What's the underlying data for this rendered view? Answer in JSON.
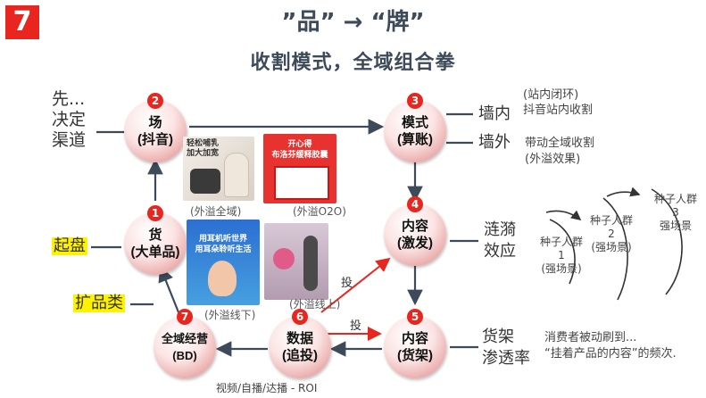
{
  "badge": "7",
  "title": "”品” → “牌”",
  "subtitle": "收割模式，全域组合拳",
  "nodes": {
    "n1": {
      "num": "1",
      "label": "货\n(大单品)"
    },
    "n2": {
      "num": "2",
      "label": "场\n(抖音)"
    },
    "n3": {
      "num": "3",
      "label": "模式\n(算账)"
    },
    "n4": {
      "num": "4",
      "label": "内容\n(激发)"
    },
    "n5": {
      "num": "5",
      "label": "内容\n(货架)"
    },
    "n6": {
      "num": "6",
      "label": "数据\n(追投)"
    },
    "n7": {
      "num": "7",
      "label": "全域经营\n(BD)"
    }
  },
  "left": {
    "channel": "先...\n决定\n渠道",
    "start": "起盘",
    "expand": "扩品类"
  },
  "right": {
    "wall_in": "墙内",
    "wall_in_note": "(站内闭环)\n抖音站内收割",
    "wall_out": "墙外",
    "wall_out_note": "带动全域收割\n(外溢效果)",
    "ripple": "涟漪\n效应",
    "seed1": "种子人群\n1\n(强场景)",
    "seed2": "种子人群\n2\n(强场景)",
    "seed3": "种子人群\n3\n强场景",
    "shelf": "货架\n渗透率",
    "shelf_note": "消费者被动刷到...\n“挂着产品的内容”的频次."
  },
  "captions": {
    "all_domain": "(外溢全域)",
    "o2o": "(外溢O2O)",
    "offline_left": "(外溢线下)",
    "offline_right": "(外溢线上)"
  },
  "images": {
    "img1_text": "轻松哺乳\n加大加宽",
    "img2_text": "开心得\n布洛芬缓释胶囊",
    "img3_text": "用耳机听世界\n用耳朵聆听生活"
  },
  "arrows": {
    "invest1": "投",
    "invest2": "投"
  },
  "bottom": "视频/自播/达播 - ROI",
  "colors": {
    "accent": "#e8261f",
    "arrow": "#3d4a5a",
    "highlight": "#fff200"
  }
}
